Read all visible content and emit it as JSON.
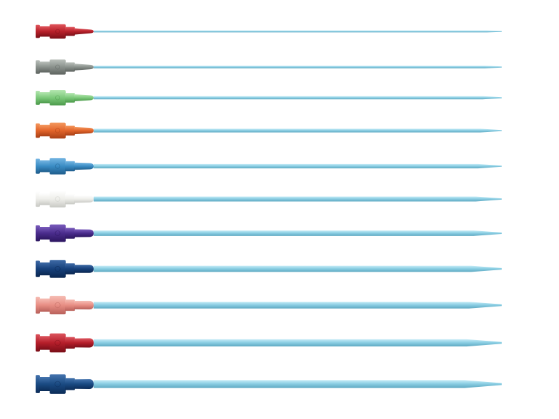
{
  "catheters": [
    {
      "hub_color": "#b8202a",
      "hub_highlight": "#e0565c",
      "hub_shadow": "#7a1018",
      "gauge_rank": 1
    },
    {
      "hub_color": "#8a918c",
      "hub_highlight": "#b9bfba",
      "hub_shadow": "#5e6460",
      "gauge_rank": 2
    },
    {
      "hub_color": "#7cc97a",
      "hub_highlight": "#b4e6b0",
      "hub_shadow": "#4c9a4b",
      "gauge_rank": 3
    },
    {
      "hub_color": "#e2642a",
      "hub_highlight": "#f4995f",
      "hub_shadow": "#a84016",
      "gauge_rank": 4
    },
    {
      "hub_color": "#3a8cc4",
      "hub_highlight": "#74b5e2",
      "hub_shadow": "#1f5d8c",
      "gauge_rank": 5
    },
    {
      "hub_color": "#eeeeea",
      "hub_highlight": "#ffffff",
      "hub_shadow": "#c8c9c4",
      "gauge_rank": 6
    },
    {
      "hub_color": "#4a2c8c",
      "hub_highlight": "#7a5cbc",
      "hub_shadow": "#2c1660",
      "gauge_rank": 7
    },
    {
      "hub_color": "#16407a",
      "hub_highlight": "#3e6aa6",
      "hub_shadow": "#0a2650",
      "gauge_rank": 8
    },
    {
      "hub_color": "#e88e84",
      "hub_highlight": "#f6bdb4",
      "hub_shadow": "#b8605a",
      "gauge_rank": 9
    },
    {
      "hub_color": "#b51e2a",
      "hub_highlight": "#dc555e",
      "hub_shadow": "#7a0e18",
      "gauge_rank": 10
    },
    {
      "hub_color": "#1a4a82",
      "hub_highlight": "#4574ae",
      "hub_shadow": "#0c2c58",
      "gauge_rank": 11
    }
  ],
  "tube": {
    "color": "#8ccfe4",
    "highlight": "#c4ebf6",
    "shadow": "#5fa9c2"
  }
}
